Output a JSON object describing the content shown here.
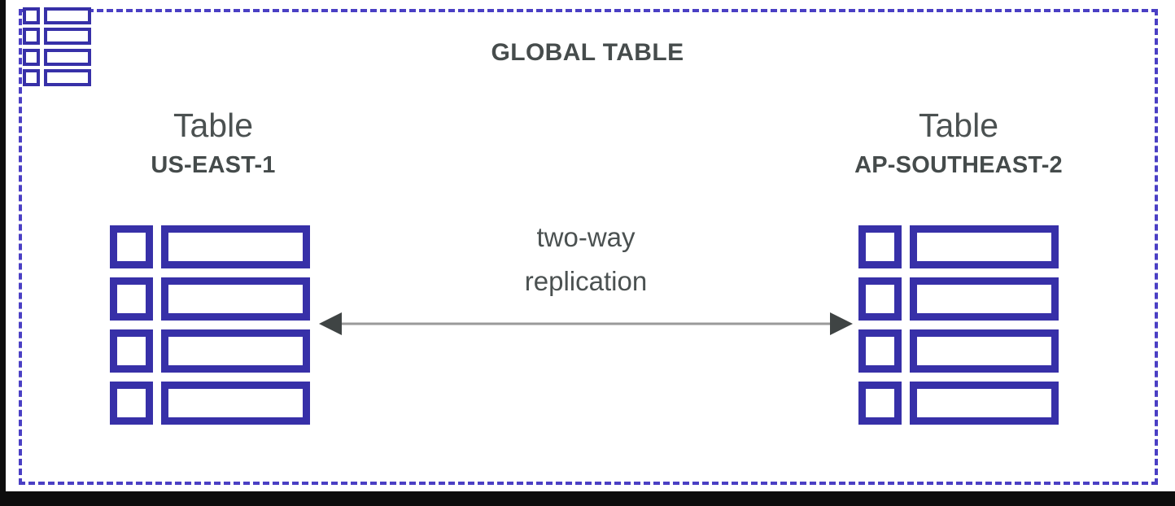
{
  "diagram": {
    "title": "GLOBAL TABLE",
    "corner_icon": "table-icon",
    "regions": [
      {
        "id": "us-east-1",
        "entity_label": "Table",
        "region_code": "US-EAST-1",
        "icon": "table-rows-icon",
        "rows": 4
      },
      {
        "id": "ap-southeast-2",
        "entity_label": "Table",
        "region_code": "AP-SOUTHEAST-2",
        "icon": "table-rows-icon",
        "rows": 4
      }
    ],
    "connector": {
      "label_line_1": "two-way",
      "label_line_2": "replication",
      "style": "double-headed-arrow"
    },
    "colors": {
      "accent_blue": "#3730a8",
      "dashed_border": "#4a3fc4",
      "text": "#454b4b",
      "arrow_line": "#9a9a9a",
      "arrow_head": "#3f4444",
      "background": "#ffffff",
      "frame": "#0d0d0d"
    }
  }
}
